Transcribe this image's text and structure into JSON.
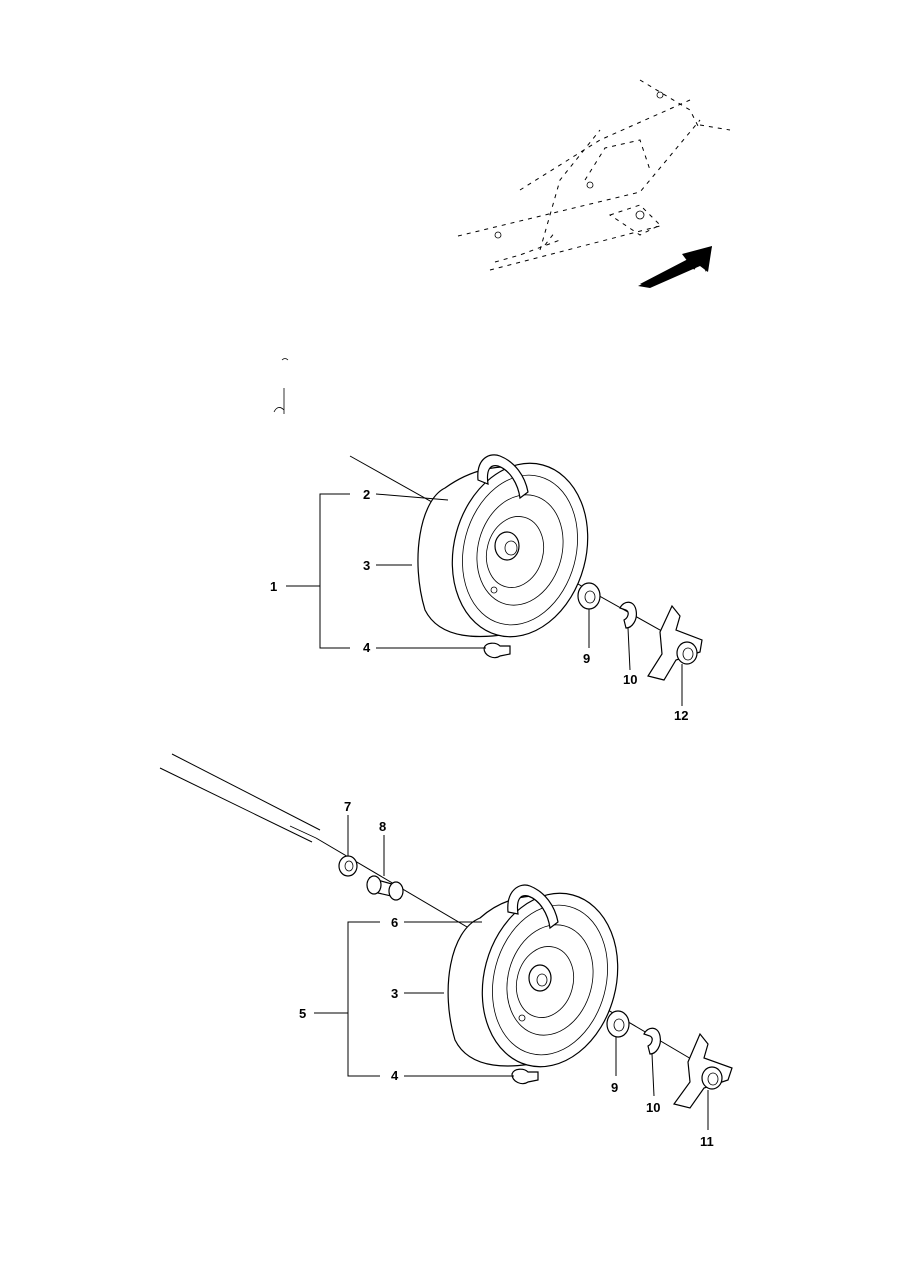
{
  "callouts": {
    "upper_assembly": "1",
    "rim_upper": "2",
    "tire_upper": "3",
    "valve_upper": "4",
    "washer_upper": "9",
    "clip_upper": "10",
    "hubcap_upper": "12",
    "lower_assembly": "5",
    "rim_lower": "6",
    "tire_lower": "3",
    "valve_lower": "4",
    "ring_lower": "7",
    "bushing_lower": "8",
    "washer_lower": "9",
    "clip_lower": "10",
    "hubcap_lower": "11"
  },
  "icons": {
    "locator": "tractor-frame-locator-sketch",
    "arrow": "direction-arrow-icon"
  }
}
